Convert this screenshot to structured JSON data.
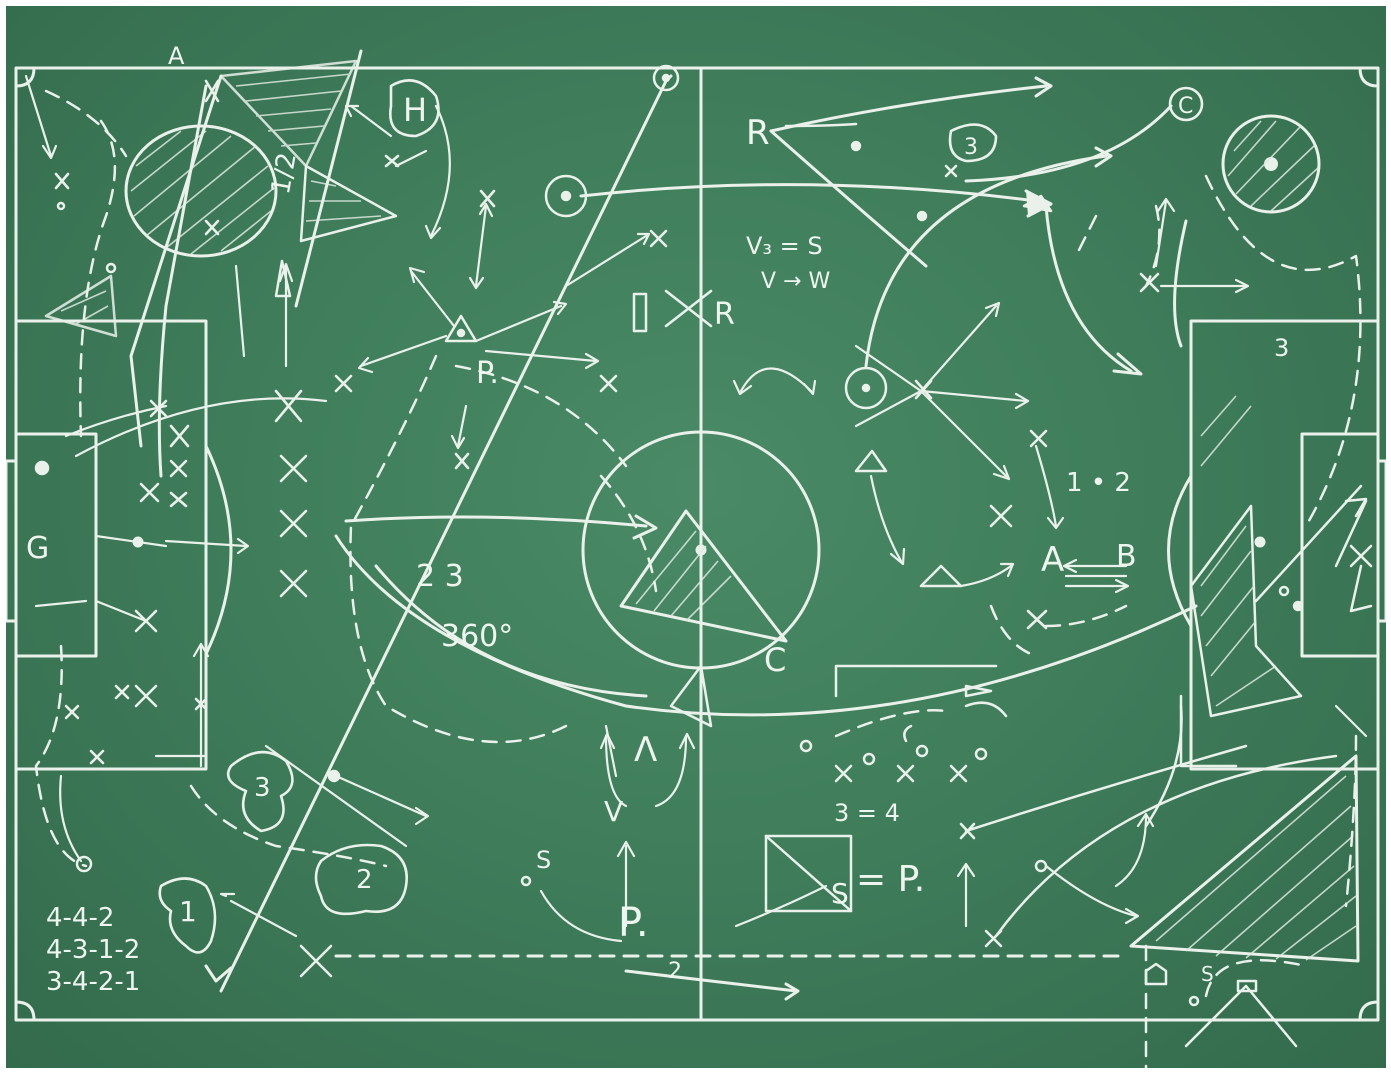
{
  "board": {
    "background_color": "#3f7d5b",
    "chalk_color": "#e9f1ea"
  },
  "labels": {
    "h": "H",
    "half": "1/2",
    "p1": "P.",
    "p2": "P.",
    "p3": "P.",
    "r1": "R",
    "r2": "R",
    "v3s": "V₃ = S",
    "vw": "V → W",
    "c_circle": "C",
    "three_circle": "3",
    "g": "G",
    "two_three": "2  3",
    "deg": "360°",
    "c_mid": "C",
    "lambda": "Λ",
    "v": "V",
    "s1": "S",
    "s2": "S",
    "s3": "S",
    "one_plus_two": "1 • 2",
    "a": "A",
    "b": "B",
    "three_eq_four": "3 = 4",
    "eq_p": "= P.",
    "two_bottom": "2",
    "three_box": "3",
    "blob3": "3",
    "blob2": "2",
    "blob1": "1",
    "letter_a_top": "A"
  },
  "formations": [
    "4-4-2",
    "4-3-1-2",
    "3-4-2-1"
  ]
}
